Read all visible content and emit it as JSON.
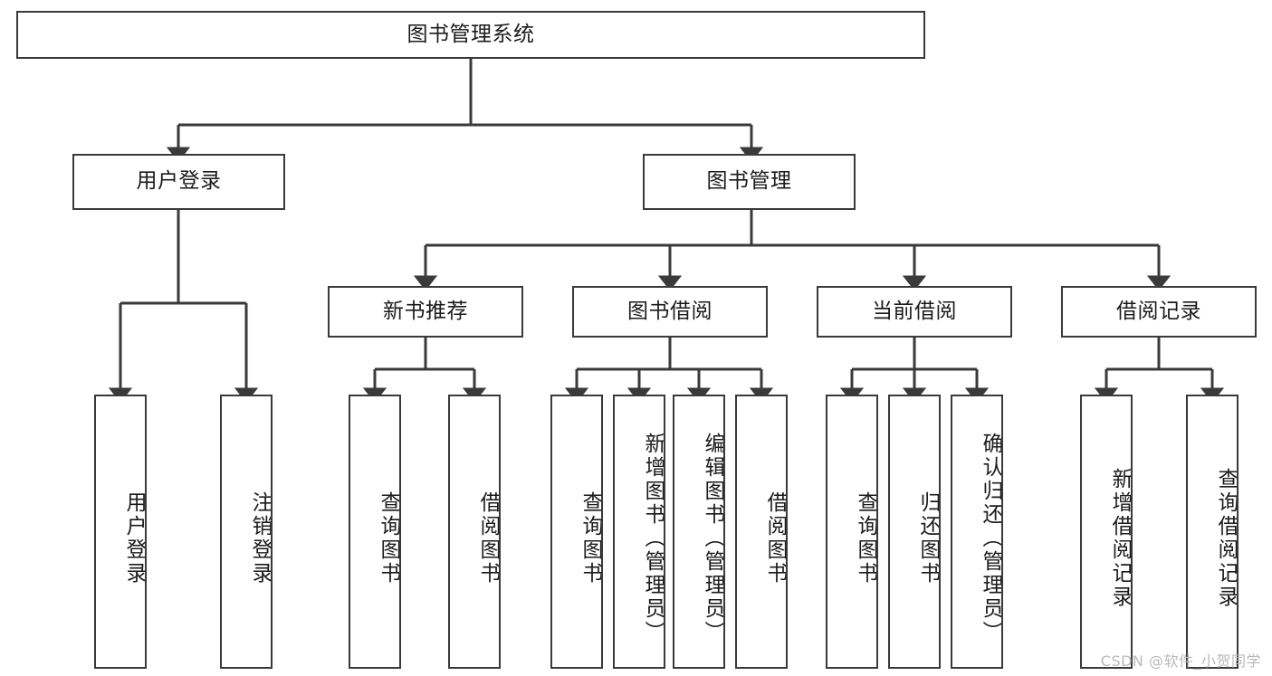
{
  "diagram": {
    "type": "tree",
    "title": "图书管理系统",
    "watermark": "CSDN @软件_小贺同学",
    "colors": {
      "stroke": "#3a3a3a",
      "text": "#1b1b1b",
      "background": "#ffffff",
      "watermark": "#b9b9b9"
    },
    "root": {
      "label": "图书管理系统"
    },
    "level1": [
      {
        "label": "用户登录"
      },
      {
        "label": "图书管理"
      }
    ],
    "level2": [
      {
        "label": "新书推荐"
      },
      {
        "label": "图书借阅"
      },
      {
        "label": "当前借阅"
      },
      {
        "label": "借阅记录"
      }
    ],
    "leaves": {
      "user_login": [
        {
          "label": "用户登录"
        },
        {
          "label": "注销登录"
        }
      ],
      "new_book_recommend": [
        {
          "label": "查询图书"
        },
        {
          "label": "借阅图书"
        }
      ],
      "book_borrow": [
        {
          "label": "查询图书"
        },
        {
          "label": "新增图书（管理员）"
        },
        {
          "label": "编辑图书（管理员）"
        },
        {
          "label": "借阅图书"
        }
      ],
      "current_borrow": [
        {
          "label": "查询图书"
        },
        {
          "label": "归还图书"
        },
        {
          "label": "确认归还（管理员）"
        }
      ],
      "borrow_record": [
        {
          "label": "新增借阅记录"
        },
        {
          "label": "查询借阅记录"
        }
      ]
    }
  }
}
